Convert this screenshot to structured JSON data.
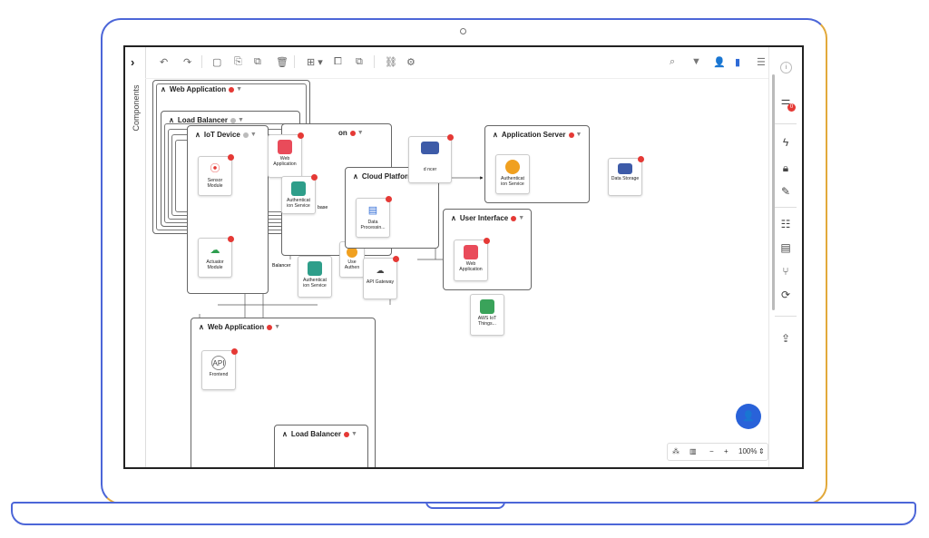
{
  "sidebar": {
    "toggle": "›",
    "label": "Components"
  },
  "toolbar": {
    "undo": "↶",
    "redo": "↷",
    "copy": "▢",
    "paste": "⎘",
    "duplicate": "⧉",
    "delete": "🗑",
    "layout": "⊞ ▾",
    "group": "⧠",
    "ungroup": "⧉",
    "link": "⛓",
    "settings": "⚙",
    "search": "⌕",
    "filter": "▼",
    "users": "👤",
    "doc": "▮",
    "menu": "☰"
  },
  "rail": {
    "info": "i",
    "badge_count": "0"
  },
  "groups": {
    "web_app_top": "Web Application",
    "load_balancer_top": "Load Balancer",
    "iot_device": "IoT Device",
    "cloud_platform": "Cloud Platform",
    "application_server": "Application Server",
    "user_interface": "User Interface",
    "web_app_bottom": "Web Application",
    "load_balancer_bottom": "Load Balancer",
    "partial_on": "on"
  },
  "nodes": {
    "sensor": "Sensor Module",
    "actuator": "Actuator Module",
    "web_app_1": "Web Application",
    "auth_1": "Authenticat ion Service",
    "auth_2": "Authenticat ion Service",
    "auth_3": "Authenticat ion Service",
    "data_processing": "Data Processin...",
    "load_balancer_node": "d ncer",
    "balancer_frag": "Balancer",
    "base_frag": "base",
    "data_storage": "Data Storage",
    "api_gateway": "API Gateway",
    "user_auth": "Use Authen",
    "web_app_2": "Web Application",
    "aws_iot": "AWS IoT Things...",
    "frontend": "Frontend"
  },
  "zoom": {
    "level": "100%"
  },
  "colors": {
    "accent": "#2962d9",
    "alert": "#e53935"
  }
}
